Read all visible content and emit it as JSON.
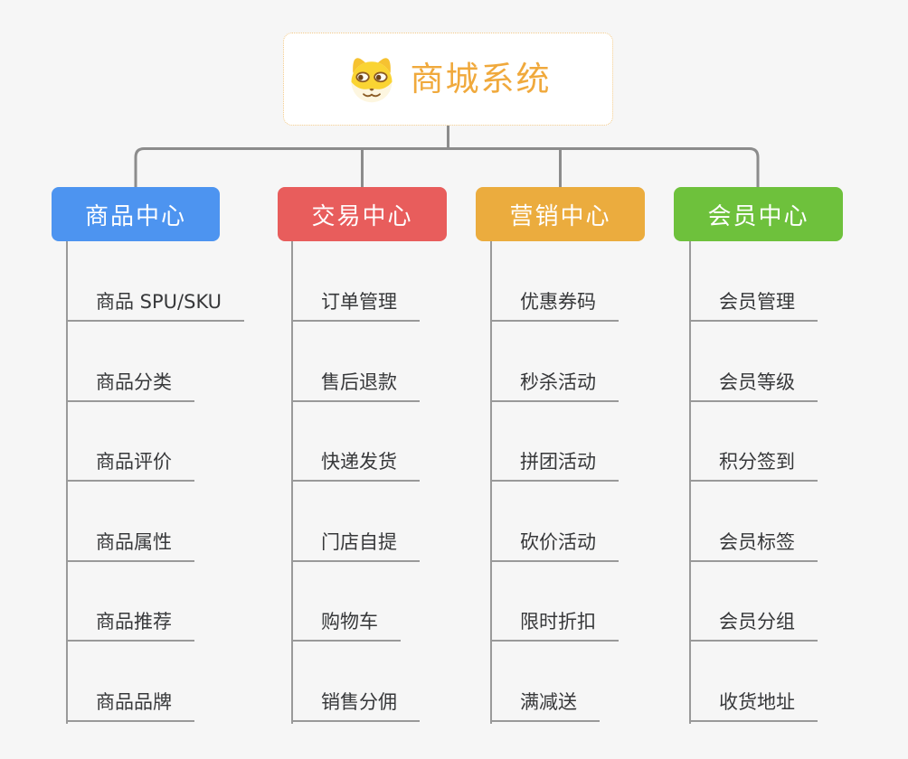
{
  "root": {
    "title": "商城系统",
    "icon": "shiba-dog-icon",
    "title_color": "#F0A93C",
    "border_color": "#F2C987",
    "background": "#FFFFFF"
  },
  "connector_color": "#8C8C8C",
  "page_background": "#F6F6F6",
  "branches": [
    {
      "label": "商品中心",
      "color": "#4D94F0",
      "children": [
        "商品 SPU/SKU",
        "商品分类",
        "商品评价",
        "商品属性",
        "商品推荐",
        "商品品牌"
      ]
    },
    {
      "label": "交易中心",
      "color": "#E85D5C",
      "children": [
        "订单管理",
        "售后退款",
        "快递发货",
        "门店自提",
        "购物车",
        "销售分佣"
      ]
    },
    {
      "label": "营销中心",
      "color": "#EBAC3E",
      "children": [
        "优惠券码",
        "秒杀活动",
        "拼团活动",
        "砍价活动",
        "限时折扣",
        "满减送"
      ]
    },
    {
      "label": "会员中心",
      "color": "#6EC13C",
      "children": [
        "会员管理",
        "会员等级",
        "积分签到",
        "会员标签",
        "会员分组",
        "收货地址"
      ]
    }
  ]
}
